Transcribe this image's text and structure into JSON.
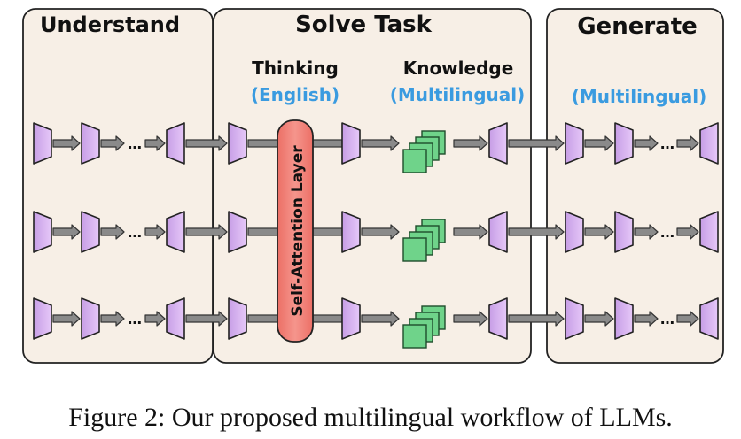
{
  "stages": {
    "understand": {
      "title": "Understand"
    },
    "solve": {
      "title": "Solve Task",
      "thinking": {
        "label": "Thinking",
        "language": "(English)"
      },
      "knowledge": {
        "label": "Knowledge",
        "language": "(Multilingual)"
      }
    },
    "generate": {
      "title": "Generate",
      "language": "(Multilingual)"
    }
  },
  "attention_layer": {
    "label": "Self-Attention Layer"
  },
  "ellipsis": "…",
  "caption": "Figure 2: Our proposed multilingual workflow of LLMs.",
  "colors": {
    "panel_fill": "#f7efe6",
    "panel_stroke": "#222222",
    "layer_fill": "#dcb6f2",
    "attention_fill": "#f28076",
    "cube_fill": "#6fd38a",
    "arrow_fill": "#8a8a8a",
    "accent_blue": "#3a9be0"
  },
  "rows": 3
}
